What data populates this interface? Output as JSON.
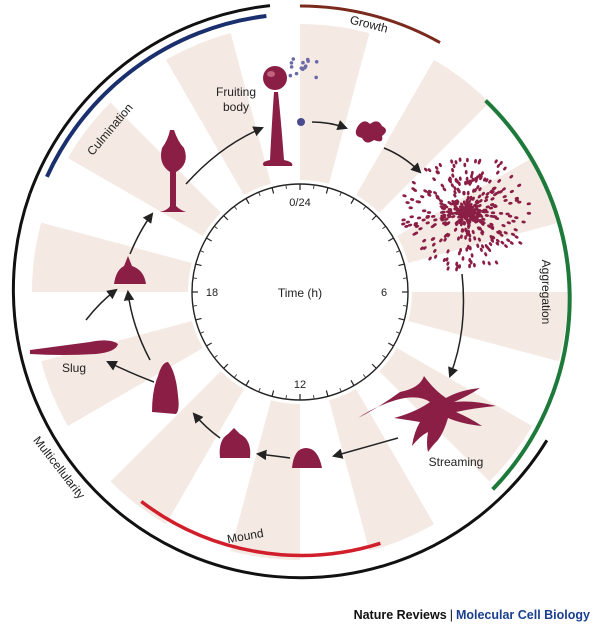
{
  "clock": {
    "center_label": "Time (h)",
    "ticks": [
      "0/24",
      "6",
      "12",
      "18"
    ]
  },
  "phases": [
    {
      "label": "Growth",
      "color": "#7a2a1c"
    },
    {
      "label": "Aggregation",
      "color": "#1d7a3a"
    },
    {
      "label": "Mound",
      "color": "#d01e2a"
    },
    {
      "label": "Culmination",
      "color": "#1a2f6e"
    },
    {
      "label": "Multicellularity",
      "color": "#111111"
    }
  ],
  "stages": {
    "fruiting_body": [
      "Fruiting",
      "body"
    ],
    "streaming": "Streaming",
    "slug": "Slug"
  },
  "colors": {
    "cell": "#8b1e45",
    "spore": "#6a6aa8",
    "wedge": "#f4e9e3"
  },
  "credit": {
    "journal": "Nature Reviews",
    "separator": "|",
    "section": "Molecular Cell Biology"
  }
}
